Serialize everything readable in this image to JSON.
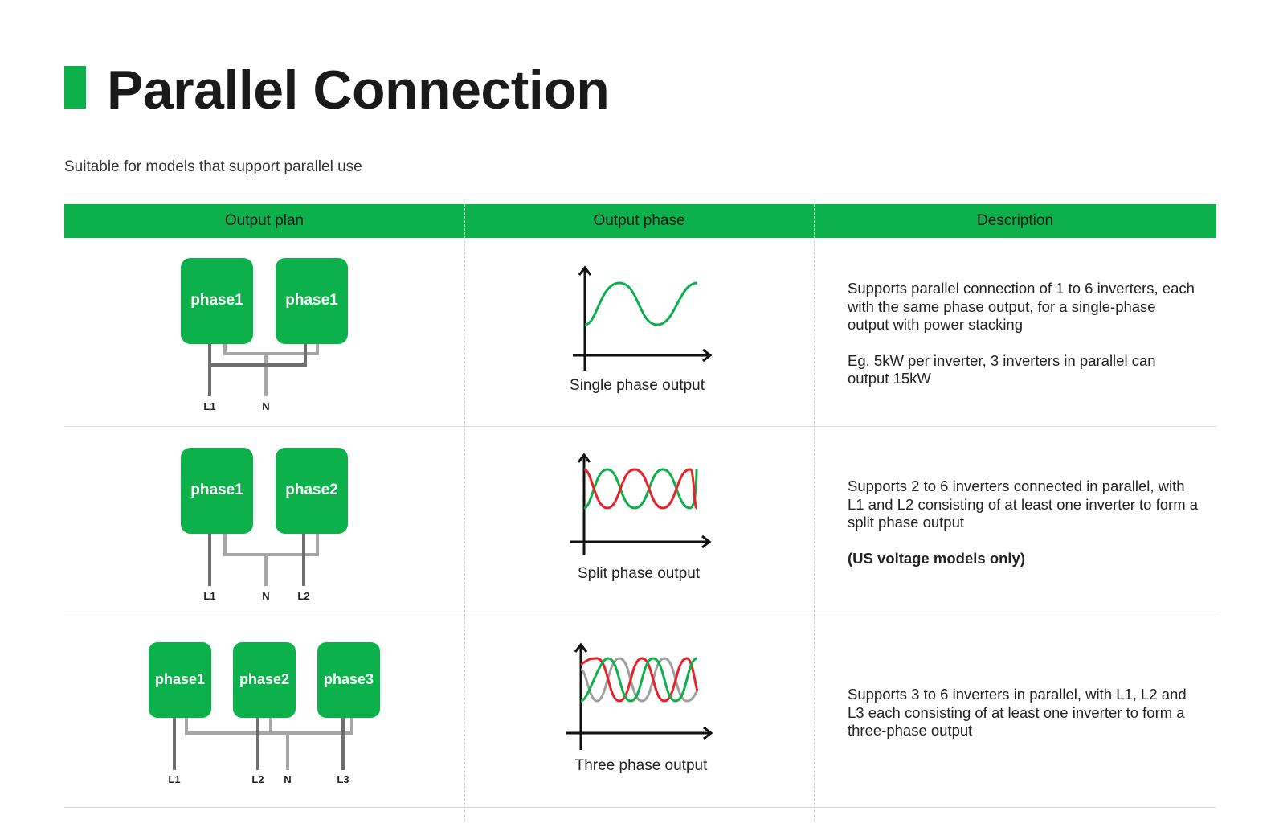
{
  "page": {
    "title": "Parallel Connection",
    "subtitle": "Suitable for models that support parallel use",
    "accent_color": "#0db14b"
  },
  "table": {
    "headers": [
      "Output plan",
      "Output phase",
      "Description"
    ],
    "rows": [
      {
        "plan": {
          "boxes": [
            "phase1",
            "phase1"
          ],
          "terminals": [
            "L1",
            "N"
          ]
        },
        "phase": {
          "caption": "Single phase output",
          "waves": [
            "green"
          ]
        },
        "description": {
          "para1": "Supports parallel connection of 1 to 6 inverters, each with the same phase output, for a single-phase output with power stacking",
          "para2": "Eg. 5kW per inverter, 3 inverters in parallel can output 15kW"
        }
      },
      {
        "plan": {
          "boxes": [
            "phase1",
            "phase2"
          ],
          "terminals": [
            "L1",
            "N",
            "L2"
          ]
        },
        "phase": {
          "caption": "Split phase output",
          "waves": [
            "green",
            "red"
          ]
        },
        "description": {
          "para1": "Supports 2 to 6 inverters connected in parallel, with L1 and L2 consisting of at least one inverter to form a split phase output",
          "para2": "(US voltage models only)"
        }
      },
      {
        "plan": {
          "boxes": [
            "phase1",
            "phase2",
            "phase3"
          ],
          "terminals": [
            "L1",
            "L2",
            "N",
            "L3"
          ]
        },
        "phase": {
          "caption": "Three phase output",
          "waves": [
            "red",
            "green",
            "gray"
          ]
        },
        "description": {
          "para1": "Supports 3 to 6 inverters in parallel, with L1, L2 and L3 each consisting of at least one inverter to form a three-phase output"
        }
      }
    ]
  },
  "colors": {
    "green": "#0db14b",
    "red": "#e8222b",
    "gray": "#a0a0a0",
    "wire_dark": "#6e6e6e",
    "wire_light": "#a6a6a6"
  }
}
